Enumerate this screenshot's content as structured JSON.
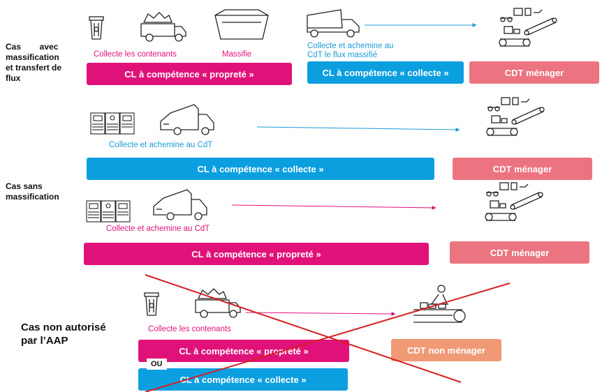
{
  "side_labels": {
    "case1": [
      "Cas        avec",
      "massification",
      "et transfert de",
      "flux"
    ],
    "case2": [
      "Cas sans",
      "massification"
    ],
    "case3": [
      "Cas non autorisé",
      "par l’AAP"
    ]
  },
  "captions": {
    "collecte_contenants_1": "Collecte les contenants",
    "massifie": "Massifie",
    "collecte_achemine_flux": [
      "Collecte et achemine au",
      "CdT le flux massifié"
    ],
    "collecte_achemine_2": "Collecte et achemine au CdT",
    "collecte_achemine_3": "Collecte et achemine au CdT",
    "collecte_contenants_4": "Collecte les contenants"
  },
  "bars": {
    "b1_proprete": "CL à compétence « propreté »",
    "b1_collecte": "CL à compétence « collecte »",
    "b1_cdt": "CDT ménager",
    "b2_collecte": "CL à compétence « collecte »",
    "b2_cdt": "CDT ménager",
    "b3_proprete": "CL à compétence « propreté »",
    "b3_cdt": "CDT ménager",
    "b4_proprete": "CL à compétence « propreté »",
    "b4_cdt": "CDT non ménager",
    "b4_ou": "OU",
    "b4_collecte": "CL à compétence « collecte »"
  },
  "colors": {
    "pink": "#e0127a",
    "blue": "#0c9fe0",
    "salmon": "#ec7480",
    "orange": "#ef9a75",
    "cross": "#d42020"
  },
  "icons": [
    "trash-bin-icon",
    "garbage-truck-icon",
    "dumpster-icon",
    "dump-truck-icon",
    "sorting-conveyor-icon",
    "container-bins-icon",
    "delivery-truck-icon",
    "worker-conveyor-icon"
  ]
}
